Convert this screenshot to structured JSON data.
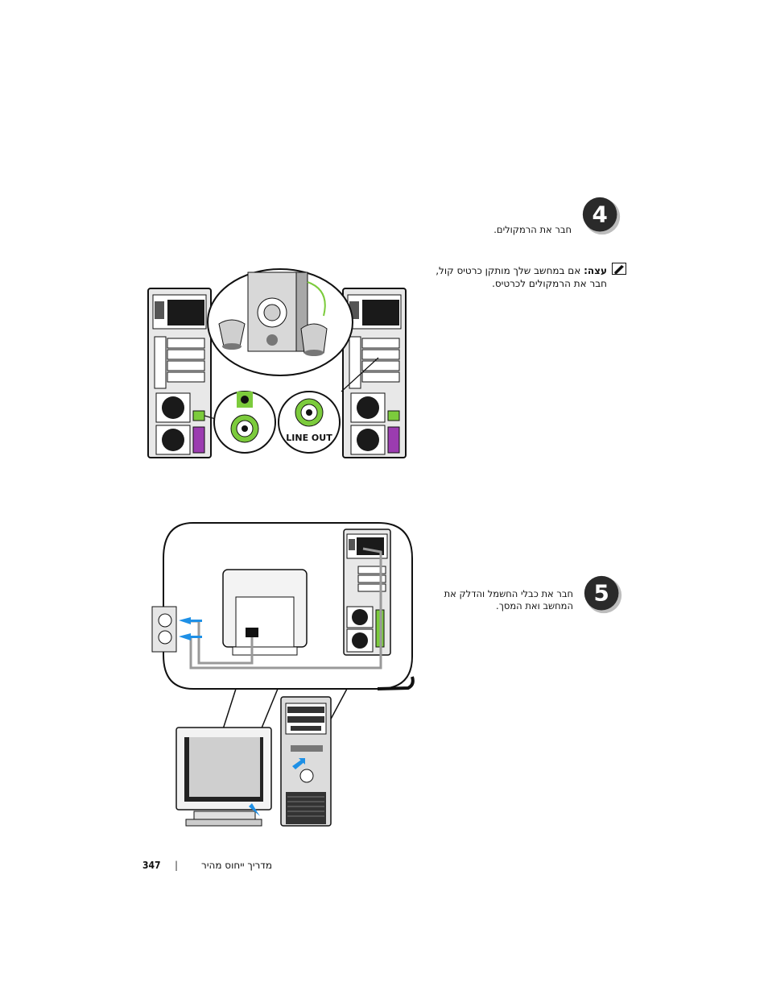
{
  "step4": {
    "number": "4",
    "instruction": "חבר את הרמקולים.",
    "note_label": "עצה:",
    "note_line1": "אם במחשב שלך מותקן כרטיס קול,",
    "note_line2": "חבר את הרמקולים לכרטיס.",
    "note_icon": "pencil-note-icon",
    "line_out_label": "LINE OUT"
  },
  "step5": {
    "number": "5",
    "instruction_line1": "חבר את כבלי החשמל והדלק את",
    "instruction_line2": "המחשב ואת המסך."
  },
  "footer": {
    "page_number": "347",
    "separator": "|",
    "guide_title": "מדריך ייחוס מהיר"
  },
  "colors": {
    "badge_dark": "#2a2a2a",
    "arrow_blue": "#1e90e6",
    "jack_green": "#7ccb3c",
    "port_purple": "#9b3cb0"
  }
}
